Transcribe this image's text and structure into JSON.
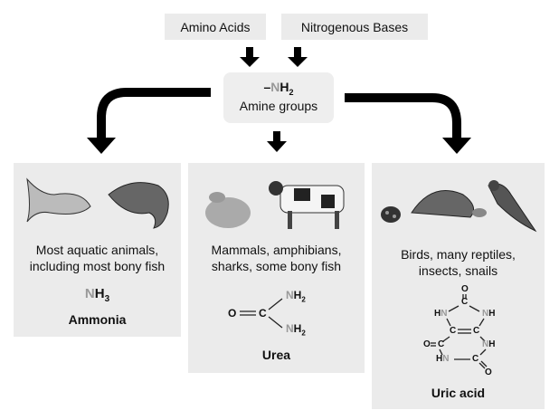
{
  "sources": {
    "amino": "Amino Acids",
    "bases": "Nitrogenous Bases"
  },
  "amine": {
    "dash": "–",
    "n": "N",
    "h": "H",
    "sub": "2",
    "label": "Amine groups"
  },
  "panels": [
    {
      "desc1": "Most aquatic animals,",
      "desc2": "including most bony fish",
      "formula_n": "N",
      "formula_h": "H",
      "formula_sub": "3",
      "name": "Ammonia",
      "animals": [
        "salmon",
        "fish"
      ]
    },
    {
      "desc1": "Mammals, amphibians,",
      "desc2": "sharks, some bony fish",
      "name": "Urea",
      "animals": [
        "frog",
        "cow"
      ],
      "atoms": {
        "o": "O",
        "c": "C",
        "n": "N",
        "h2": "H",
        "sub": "2"
      }
    },
    {
      "desc1": "Birds, many reptiles,",
      "desc2": "insects, snails",
      "name": "Uric acid",
      "animals": [
        "ladybug",
        "turtle",
        "bird"
      ],
      "atoms": {
        "o": "O",
        "c": "C",
        "h": "H",
        "n": "N"
      }
    }
  ],
  "colors": {
    "box": "#ebebeb",
    "arrow": "#000000",
    "nitrogen": "#999999"
  }
}
